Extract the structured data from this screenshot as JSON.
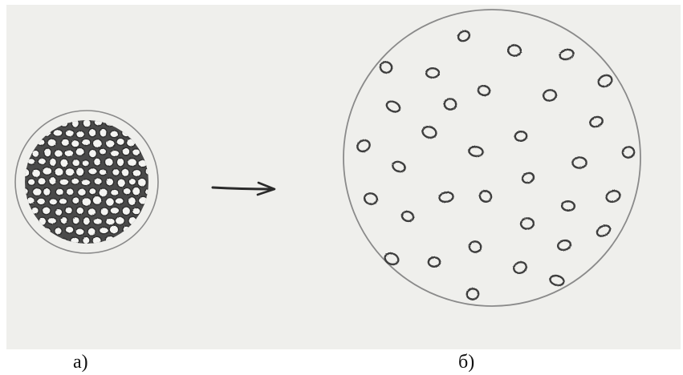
{
  "captions": {
    "a": "а)",
    "b": "б)"
  },
  "colors": {
    "paper": "#efefec",
    "outline": "#8a8a8a",
    "ink": "#3c3c3c",
    "dense_fill": "#4a4a4a"
  },
  "panels": [
    {
      "id": "a",
      "description_type": "dense-packed-cells"
    },
    {
      "id": "b",
      "description_type": "dispersed-cells"
    }
  ]
}
